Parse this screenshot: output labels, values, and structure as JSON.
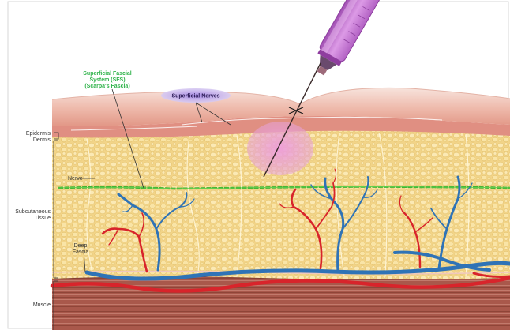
{
  "labels": {
    "sfs_line1": "Superficial Fascial",
    "sfs_line2": "System (SFS)",
    "sfs_line3": "(Scarpa's Fascia)",
    "superficial_nerves": "Superficial Nerves",
    "epidermis": "Epidermis",
    "dermis": "Dermis",
    "nerve": "Nerve",
    "subcutaneous_line1": "Subcutaneous",
    "subcutaneous_line2": "Tissue",
    "deep_fascia_line1": "Deep",
    "deep_fascia_line2": "Fascia",
    "muscle": "Muscle"
  },
  "colors": {
    "sfs_label": "#2fb34a",
    "nerve": "#3cae2e",
    "artery": "#d8242b",
    "vein": "#2f73b6",
    "fat": "#f4dc8e",
    "epidermis": "#e9a59a",
    "muscle": "#a8594c",
    "syringe": "#c26fcf",
    "injection_zone": "#e6a2d8"
  }
}
